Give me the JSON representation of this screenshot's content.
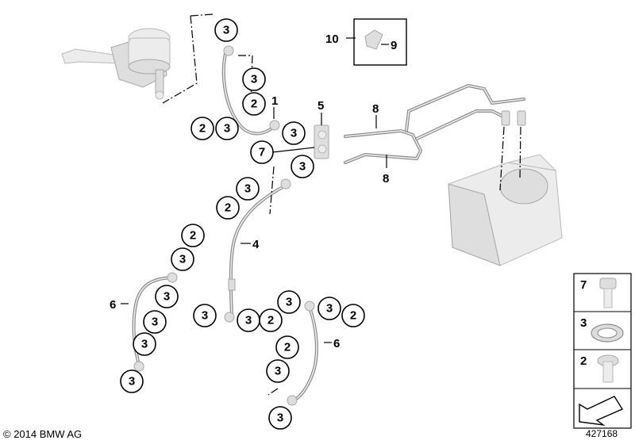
{
  "copyright": "© 2014 BMW AG",
  "figure_number": "427168",
  "callouts": {
    "c_top": "3",
    "c_r1": "3",
    "c_r2": "2",
    "c_l2": "2",
    "c_l3": "3",
    "c_m3": "3",
    "c_p7": "7",
    "c_r3b": "3",
    "c_a3": "3",
    "c_a2": "2",
    "c_b2": "2",
    "c_b3": "3",
    "c_b3b": "3",
    "c_b3c": "3",
    "c_b3d": "3",
    "c_b3e": "3",
    "c_h3": "3",
    "c_h3b": "3",
    "c_h2": "2",
    "c_k3": "3",
    "c_k3b": "3",
    "c_k2": "2",
    "c_j2": "2",
    "c_j3": "3",
    "c_j3b": "3"
  },
  "labels": {
    "p1": "1",
    "p4": "4",
    "p5": "5",
    "p6a": "6",
    "p6b": "6",
    "p8a": "8",
    "p8b": "8",
    "p10": "10",
    "p9": "9"
  },
  "legend": [
    {
      "number": "7",
      "part": "banjo-bolt"
    },
    {
      "number": "3",
      "part": "seal-ring"
    },
    {
      "number": "2",
      "part": "bleeder-screw"
    }
  ]
}
